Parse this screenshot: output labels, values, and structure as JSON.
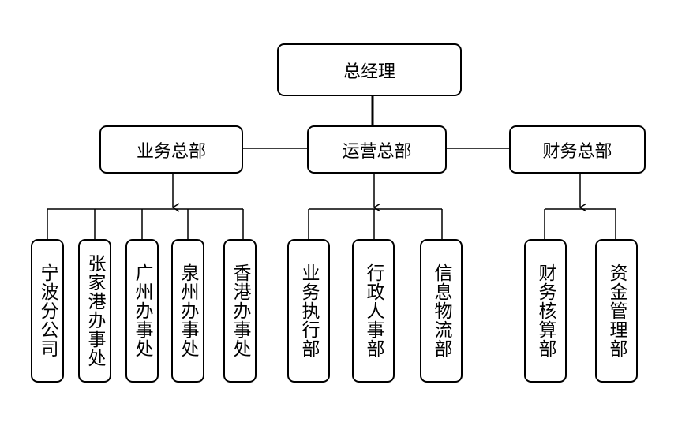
{
  "top": {
    "label": "总经理"
  },
  "divisions": [
    {
      "label": "业务总部",
      "children": [
        "宁波分公司",
        "张家港办事处",
        "广州办事处",
        "泉州办事处",
        "香港办事处"
      ]
    },
    {
      "label": "运营总部",
      "children": [
        "业务执行部",
        "行政人事部",
        "信息物流部"
      ]
    },
    {
      "label": "财务总部",
      "children": [
        "财务核算部",
        "资金管理部"
      ]
    }
  ],
  "colors": {
    "line": "#000000",
    "box_fill": "#ffffff",
    "text": "#000000"
  }
}
